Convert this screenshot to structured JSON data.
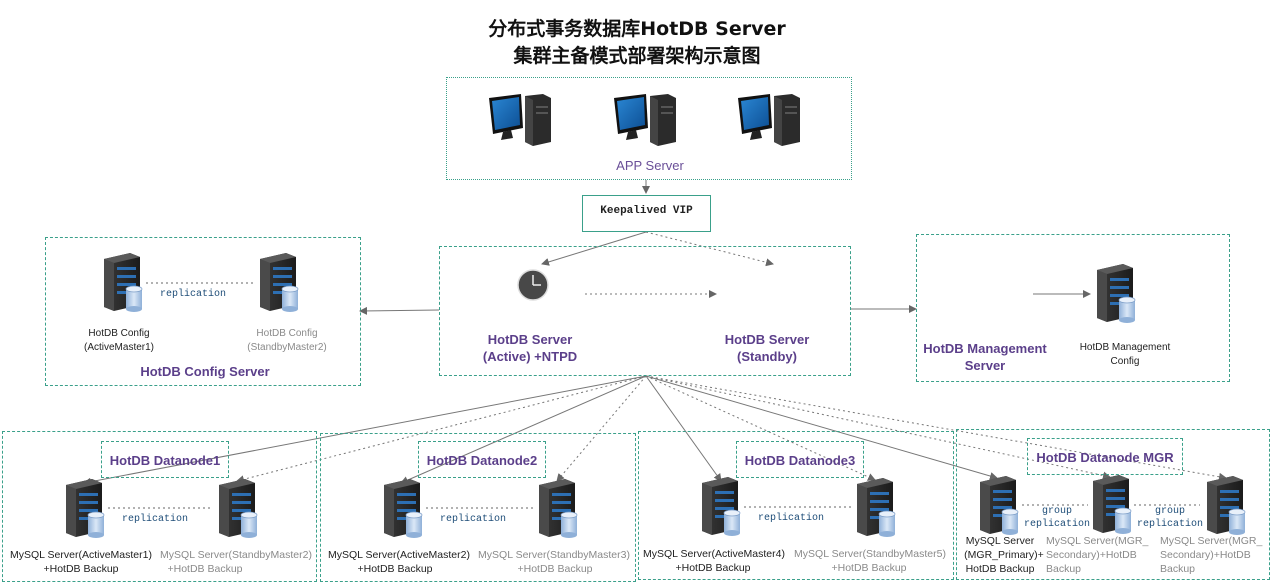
{
  "title": {
    "line1": "分布式事务数据库HotDB Server",
    "line2": "集群主备模式部署架构示意图"
  },
  "app": {
    "label": "APP Server"
  },
  "vip": {
    "label": "Keepalived VIP"
  },
  "config": {
    "title": "HotDB Config Server",
    "replication": "replication",
    "master1": [
      "HotDB Config",
      "(ActiveMaster1)"
    ],
    "master2": [
      "HotDB Config",
      "(StandbyMaster2)"
    ]
  },
  "hotdb": {
    "active": [
      "HotDB Server",
      "(Active) +NTPD"
    ],
    "standby": [
      "HotDB Server",
      "(Standby)"
    ]
  },
  "management": {
    "server": [
      "HotDB Management",
      "Server"
    ],
    "config": [
      "HotDB Management",
      "Config"
    ]
  },
  "datanodes": [
    {
      "title": "HotDB Datanode1",
      "replication": "replication",
      "left": [
        "MySQL Server(ActiveMaster1)",
        "+HotDB Backup"
      ],
      "right": [
        "MySQL Server(StandbyMaster2)",
        "+HotDB Backup"
      ]
    },
    {
      "title": "HotDB Datanode2",
      "replication": "replication",
      "left": [
        "MySQL Server(ActiveMaster2)",
        "+HotDB Backup"
      ],
      "right": [
        "MySQL Server(StandbyMaster3)",
        "+HotDB Backup"
      ]
    },
    {
      "title": "HotDB Datanode3",
      "replication": "replication",
      "left": [
        "MySQL Server(ActiveMaster4)",
        "+HotDB Backup"
      ],
      "right": [
        "MySQL Server(StandbyMaster5)",
        "+HotDB Backup"
      ]
    }
  ],
  "mgr": {
    "title": "HotDB Datanode MGR",
    "rep1": [
      "group",
      "replication"
    ],
    "rep2": [
      "group",
      "replication"
    ],
    "primary": [
      "MySQL Server",
      "(MGR_Primary)+",
      "HotDB Backup"
    ],
    "secondary1": [
      "MySQL Server(MGR_",
      "Secondary)+HotDB",
      "Backup"
    ],
    "secondary2": [
      "MySQL Server(MGR_",
      "Secondary)+HotDB",
      "Backup"
    ]
  }
}
